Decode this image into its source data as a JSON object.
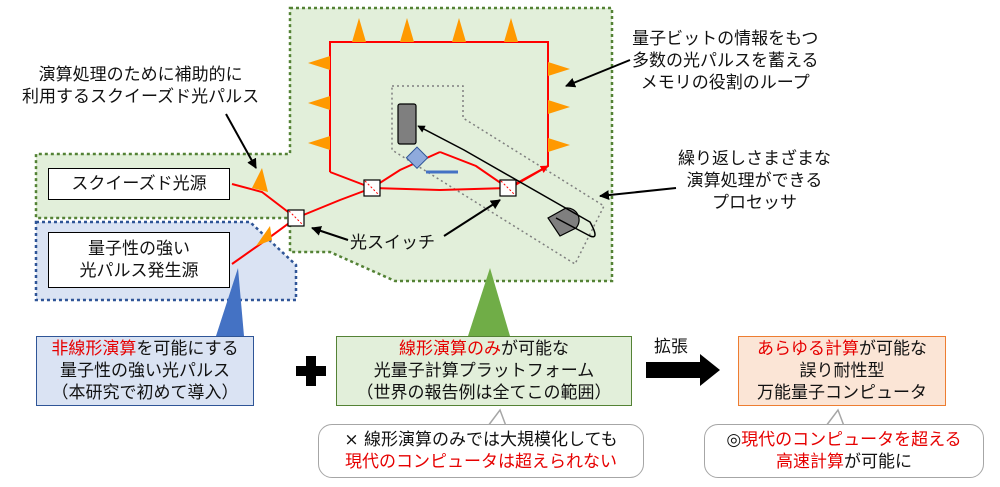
{
  "labels": {
    "squeeze_note_line1": "演算処理のために補助的に",
    "squeeze_note_line2": "利用するスクイーズド光パルス",
    "memory_note_line1": "量子ビットの情報をもつ",
    "memory_note_line2": "多数の光パルスを蓄える",
    "memory_note_line3": "メモリの役割のループ",
    "processor_note_line1": "繰り返しさまざまな",
    "processor_note_line2": "演算処理ができる",
    "processor_note_line3": "プロセッサ",
    "optical_switch": "光スイッチ",
    "expand": "拡張"
  },
  "sources": {
    "squeezed_source": "スクイーズド光源",
    "quantum_source_line1": "量子性の強い",
    "quantum_source_line2": "光パルス発生源"
  },
  "boxes": {
    "nonlinear": {
      "line1_red": "非線形演算",
      "line1_rest": "を可能にする",
      "line2": "量子性の強い光パルス",
      "line3": "（本研究で初めて導入）"
    },
    "linear": {
      "line1_red": "線形演算のみ",
      "line1_rest": "が可能な",
      "line2": "光量子計算プラットフォーム",
      "line3": "（世界の報告例は全てこの範囲）"
    },
    "universal": {
      "line1_red": "あらゆる計算",
      "line1_rest": "が可能な",
      "line2": "誤り耐性型",
      "line3": "万能量子コンピュータ"
    }
  },
  "notes": {
    "linear_limit_line1": "× 線形演算のみでは大規模化しても",
    "linear_limit_line2": "現代のコンピュータは超えられない",
    "universal_merit_mark": "◎",
    "universal_merit_line1_red": "現代のコンピュータを超える",
    "universal_merit_line2_red": "高速計算",
    "universal_merit_line2_rest": "が可能に"
  },
  "colors": {
    "green_fill": "#e2efda",
    "green_border": "#548235",
    "blue_fill": "#dae3f3",
    "blue_border": "#2f5597",
    "orange_fill": "#fbe5d6",
    "orange_border": "#ed7d31",
    "beam": "#ff0000",
    "pulse": "#ff9900"
  }
}
